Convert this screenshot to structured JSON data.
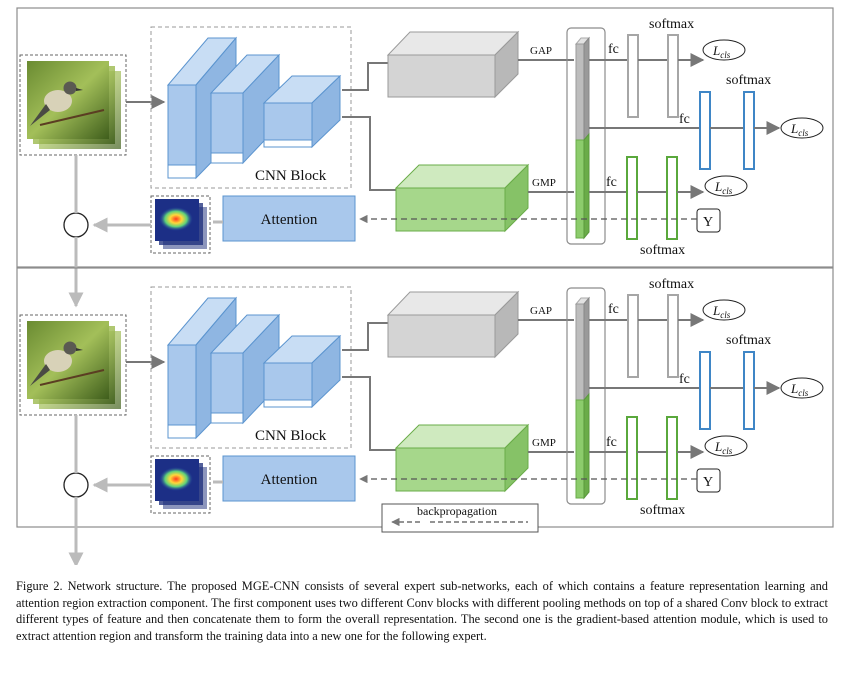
{
  "panels": [
    {
      "cnn_block_label": "CNN Block",
      "gap_label": "GAP",
      "gmp_label": "GMP",
      "fc_top_label": "fc",
      "fc_mid_label": "fc",
      "fc_bottom_label": "fc",
      "softmax_top_label": "softmax",
      "softmax_mid_label": "softmax",
      "softmax_bottom_label": "softmax",
      "loss_base": "L",
      "loss_sub": "cls",
      "y_label": "Y",
      "attention_label": "Attention"
    },
    {
      "cnn_block_label": "CNN Block",
      "gap_label": "GAP",
      "gmp_label": "GMP",
      "fc_top_label": "fc",
      "fc_mid_label": "fc",
      "fc_bottom_label": "fc",
      "softmax_top_label": "softmax",
      "softmax_mid_label": "softmax",
      "softmax_bottom_label": "softmax",
      "loss_base": "L",
      "loss_sub": "cls",
      "y_label": "Y",
      "attention_label": "Attention"
    }
  ],
  "legend": {
    "backprop_label": "backpropagation"
  },
  "caption": "Figure 2. Network structure. The proposed MGE-CNN consists of several expert sub-networks, each of which contains a feature representation learning and attention region extraction component. The first component uses two different Conv blocks with different pooling methods on top of a shared Conv block to extract different types of feature and then concatenate them to form the overall representation. The second one is the gradient-based attention module, which is used to extract attention region and transform the training data into a new one for the following expert.",
  "colors": {
    "blue_fill": "#a9c8ec",
    "blue_stroke": "#5b94cf",
    "green_fill": "#a6d78b",
    "green_stroke": "#6aac49",
    "gray_fill": "#d4d4d4",
    "gray_stroke": "#9a9a9a",
    "fc_blue": "#3f86c6",
    "fc_green": "#5aa83c"
  }
}
